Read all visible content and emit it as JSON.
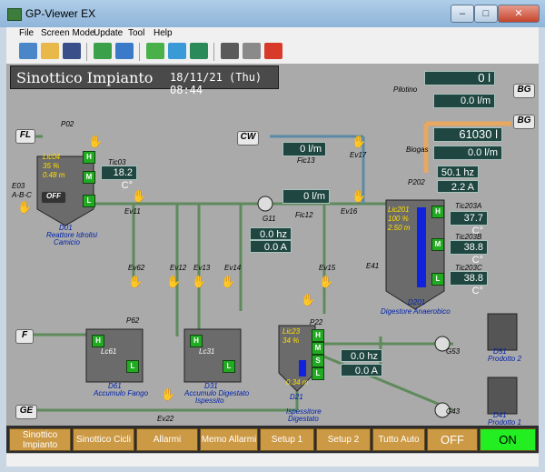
{
  "window": {
    "title": "GP-Viewer EX",
    "minimize": "–",
    "maximize": "□",
    "close": "✕"
  },
  "menu": [
    "File",
    "Screen Mode",
    "Update",
    "Tool",
    "Help"
  ],
  "toolbar_icons": [
    "network-icon",
    "open-folder-icon",
    "save-icon",
    "network-up-icon",
    "network-down-icon",
    "refresh-icon",
    "transfer-icon",
    "export-icon",
    "camera-icon",
    "print-icon",
    "record-icon"
  ],
  "header": {
    "title": "Sinottico Impianto",
    "datetime": "18/11/21 (Thu) 08:44"
  },
  "outputs": {
    "bg1": "BG",
    "bg2": "BG",
    "pilotino": "Pilotino",
    "pilotino_total": "0 l",
    "pilotino_flow": "0.0 l/m",
    "biogas": "Biogas",
    "biogas_total": "61030 l",
    "biogas_flow": "0.0 l/m"
  },
  "inlets": {
    "fl": "FL",
    "cw": "CW",
    "f": "F",
    "ge": "GE"
  },
  "d01": {
    "name": "D01",
    "desc1": "Reattore Idrolisi",
    "desc2": "Camicio",
    "level_label": "Lic04",
    "pct": "35 %",
    "height": "0.48 m",
    "status": "OFF",
    "heater": "P02",
    "tag": "E03",
    "tag2": "A-B-C"
  },
  "tic03": {
    "label": "Tic03",
    "value": "18.2 C°"
  },
  "fic13": {
    "label": "Fic13",
    "value": "0 l/m"
  },
  "fic12": {
    "label": "Fic12",
    "value": "0 l/m"
  },
  "g11": {
    "label": "G11",
    "freq": "0.0 hz",
    "current": "0.0 A"
  },
  "d201": {
    "name": "D201",
    "desc": "Digestore Anaerobico",
    "level_label": "Lic201",
    "pct": "100 %",
    "height": "2.50 m",
    "heater": "P202",
    "mixer": "E41",
    "freq": "50.1 hz",
    "current": "2.2 A",
    "temp_a_label": "Tic203A",
    "temp_a": "37.7 C°",
    "temp_b_label": "Tic203B",
    "temp_b": "38.8 C°",
    "temp_c_label": "Tic203C",
    "temp_c": "38.8 C°"
  },
  "valves": [
    "Ev11",
    "Ev16",
    "Ev17",
    "Ev62",
    "Ev12",
    "Ev13",
    "Ev14",
    "Ev15",
    "Ev22"
  ],
  "d61": {
    "name": "D61",
    "desc": "Accumulo Fango",
    "level": "Lc61",
    "heater": "P62"
  },
  "d31": {
    "name": "D31",
    "desc1": "Accumulo Digestato",
    "desc2": "Ispessito",
    "level": "Lc31"
  },
  "d21": {
    "name": "D21",
    "desc1": "Ispessitore",
    "desc2": "Digestato",
    "level_label": "Lic23",
    "pct": "34 %",
    "height": "0.34 m",
    "heater": "P22",
    "freq": "0.0 hz",
    "current": "0.0 A"
  },
  "d51": {
    "name": "D51",
    "desc": "Prodotto 2",
    "pump": "G53"
  },
  "d41": {
    "name": "D41",
    "desc": "Prodotto 1",
    "pump": "G43"
  },
  "levels": {
    "h": "H",
    "m": "M",
    "l": "L",
    "s": "S"
  },
  "footer": [
    "Sinottico Impianto",
    "Sinottico Cicli",
    "Allarmi",
    "Memo Allarmi",
    "Setup 1",
    "Setup 2",
    "Tutto Auto",
    "OFF",
    "ON"
  ]
}
